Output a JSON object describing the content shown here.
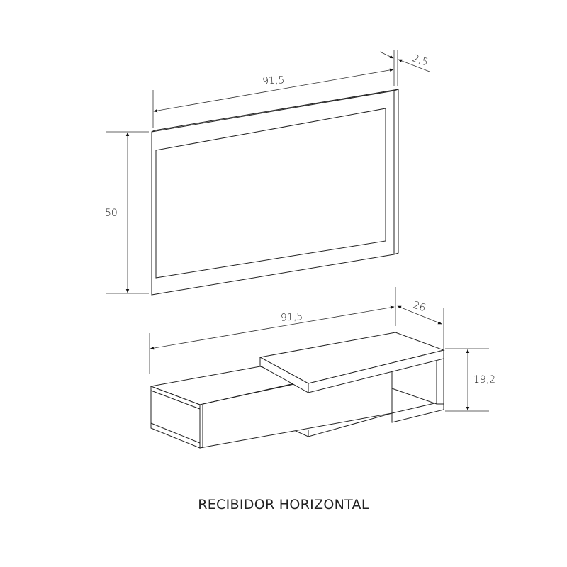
{
  "title": "RECIBIDOR HORIZONTAL",
  "mirror": {
    "width_label": "91,5",
    "depth_label": "2,5",
    "height_label": "50"
  },
  "console": {
    "width_label": "91,5",
    "depth_label": "26",
    "height_label": "19,2"
  }
}
